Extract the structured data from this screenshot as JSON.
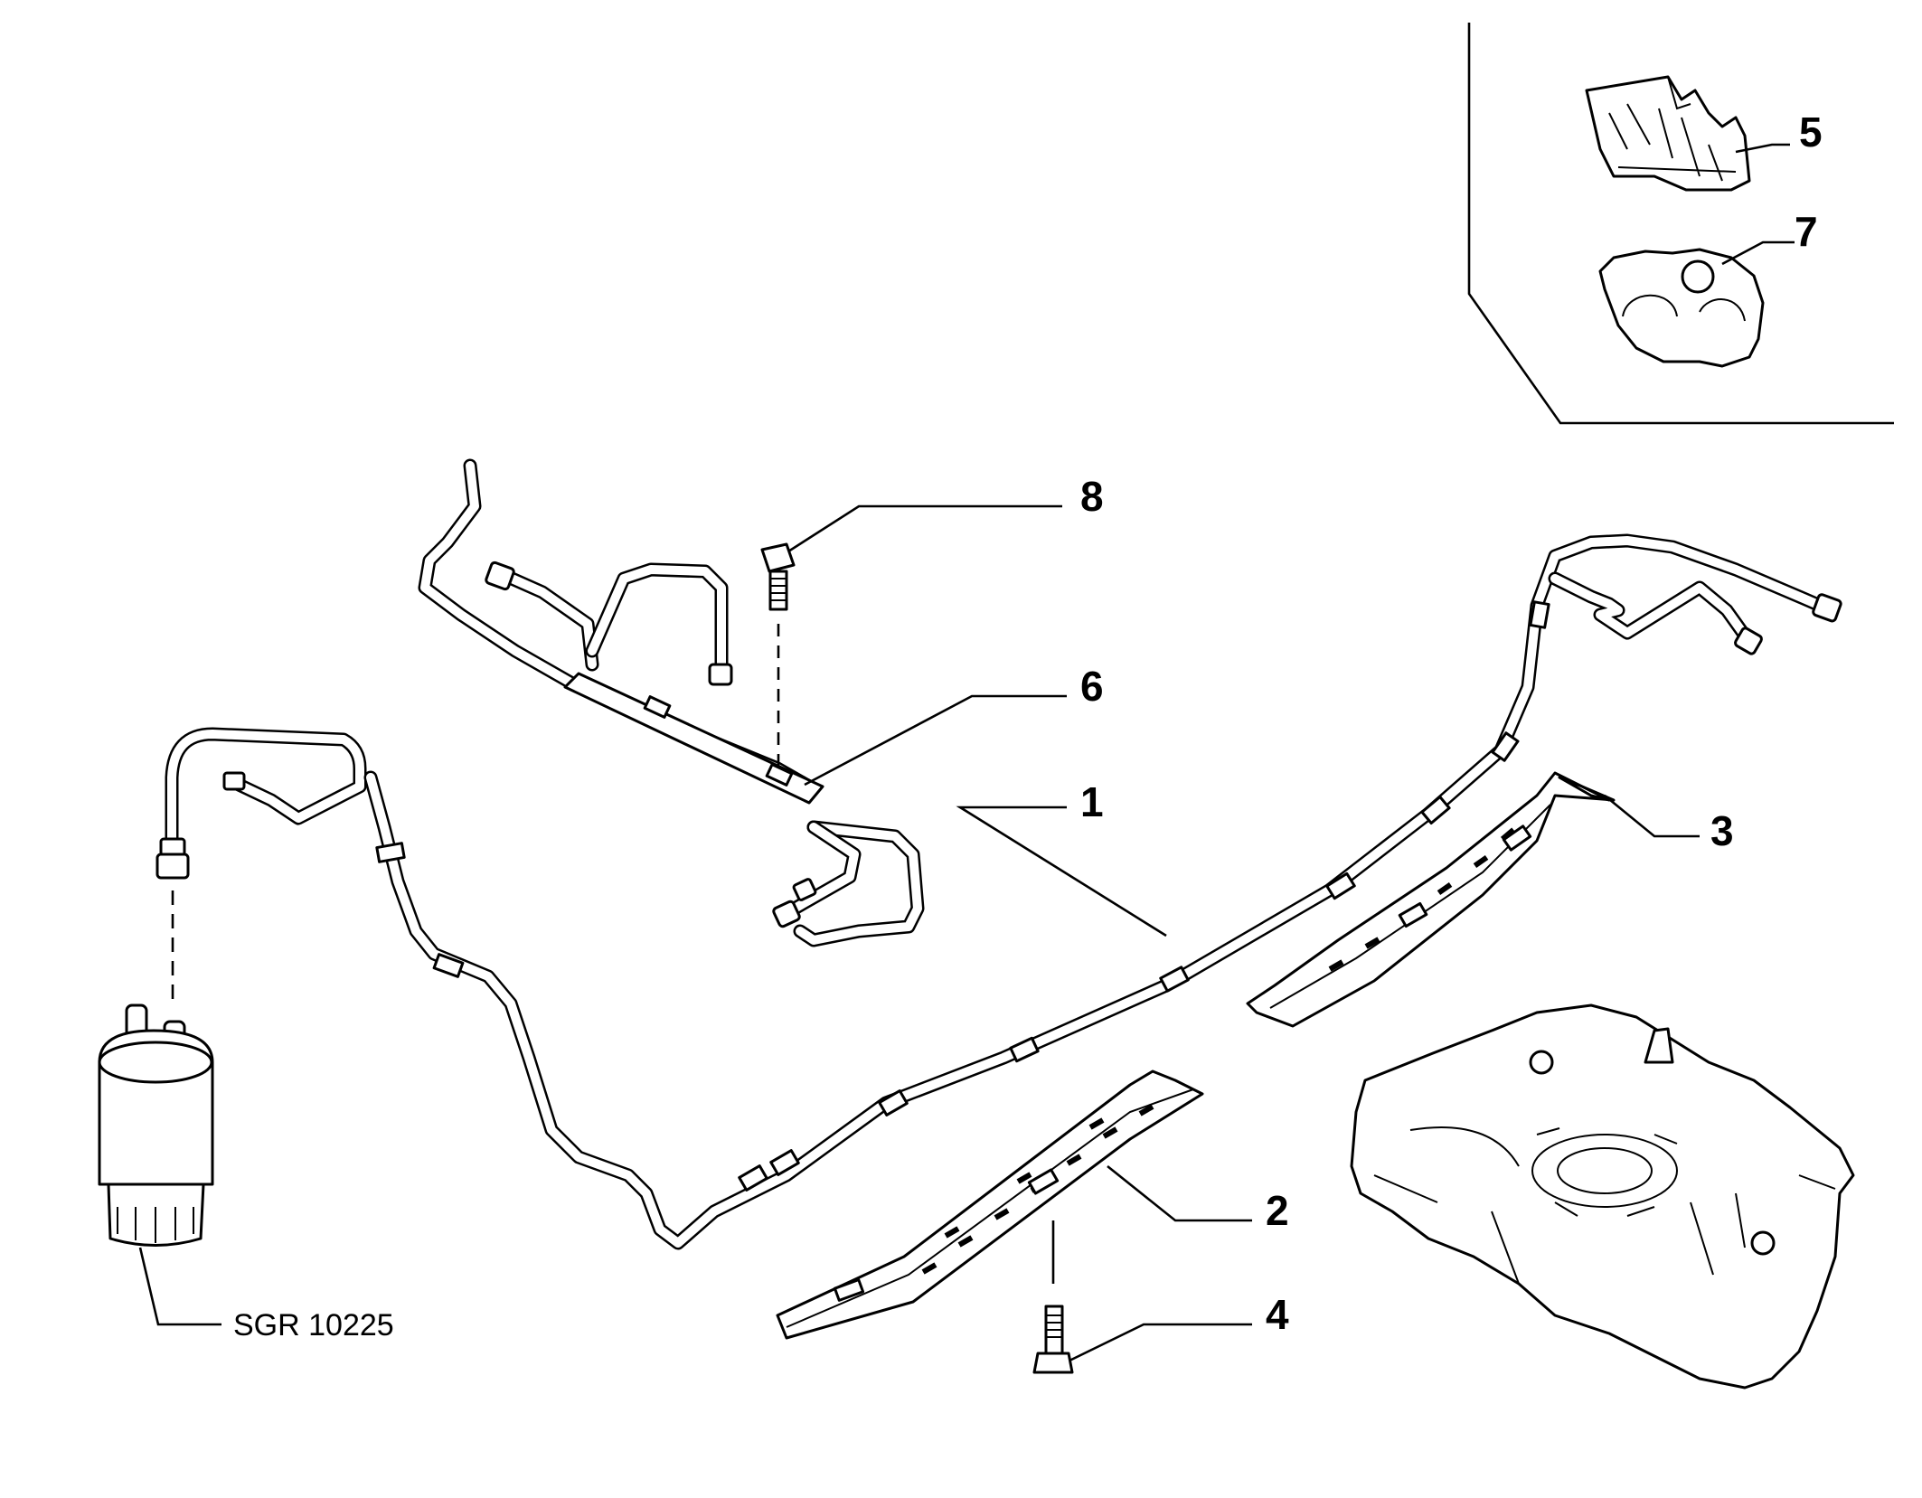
{
  "diagram": {
    "reference_code": "SGR 10225",
    "callouts": {
      "c1": "1",
      "c2": "2",
      "c3": "3",
      "c4": "4",
      "c5": "5",
      "c6": "6",
      "c7": "7",
      "c8": "8"
    }
  }
}
